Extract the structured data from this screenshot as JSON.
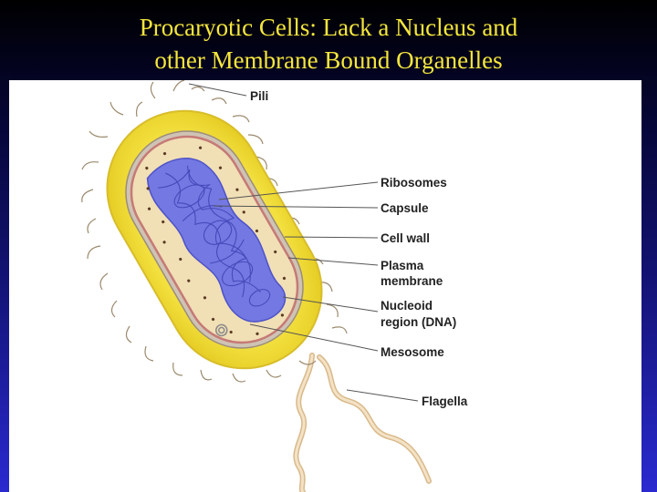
{
  "slide": {
    "title_line1": "Procaryotic Cells:  Lack a Nucleus and",
    "title_line2": "other Membrane Bound Organelles"
  },
  "diagram": {
    "labels": {
      "pili": "Pili",
      "ribosomes": "Ribosomes",
      "capsule": "Capsule",
      "cell_wall": "Cell wall",
      "plasma_membrane_1": "Plasma",
      "plasma_membrane_2": "membrane",
      "nucleoid_1": "Nucleoid",
      "nucleoid_2": "region (DNA)",
      "mesosome": "Mesosome",
      "flagella": "Flagella"
    },
    "colors": {
      "title": "#f5e63c",
      "capsule": "#f2df3a",
      "cytoplasm": "#f1dfb6",
      "dna": "#6f73e0",
      "cell_wall": "#c57a76"
    }
  }
}
